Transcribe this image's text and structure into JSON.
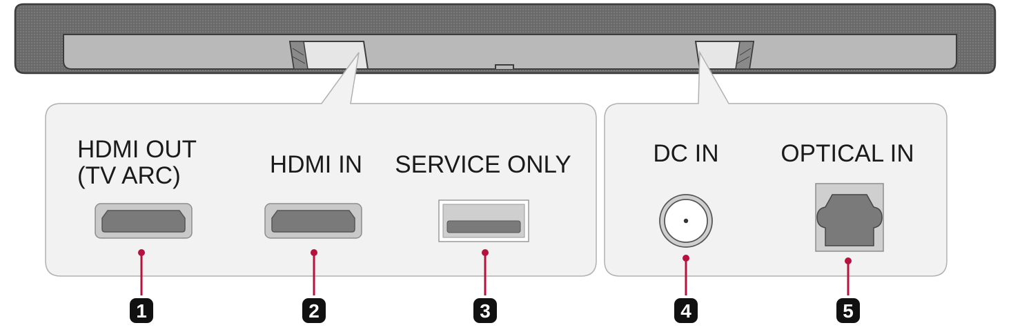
{
  "colors": {
    "bar_body": "#6e6e6e",
    "bar_edge": "#3c3c3c",
    "bar_recess": "#b9b9b9",
    "panel_fill": "#f2f2f2",
    "panel_stroke": "#b0b0b0",
    "port_outer": "#c9c9c9",
    "port_inner": "#7a7a7a",
    "callout": "#b5123e",
    "badge": "#111111",
    "label_text": "#1a1a1a"
  },
  "ports": [
    {
      "id": "hdmi-out",
      "label_lines": [
        "HDMI OUT",
        "(TV ARC)"
      ],
      "icon": "hdmi-port-icon",
      "number": "1"
    },
    {
      "id": "hdmi-in",
      "label_lines": [
        "HDMI IN"
      ],
      "icon": "hdmi-port-icon",
      "number": "2"
    },
    {
      "id": "service-only",
      "label_lines": [
        "SERVICE ONLY"
      ],
      "icon": "usb-port-icon",
      "number": "3"
    },
    {
      "id": "dc-in",
      "label_lines": [
        "DC IN"
      ],
      "icon": "dc-jack-icon",
      "number": "4"
    },
    {
      "id": "optical-in",
      "label_lines": [
        "OPTICAL IN"
      ],
      "icon": "optical-port-icon",
      "number": "5"
    }
  ]
}
